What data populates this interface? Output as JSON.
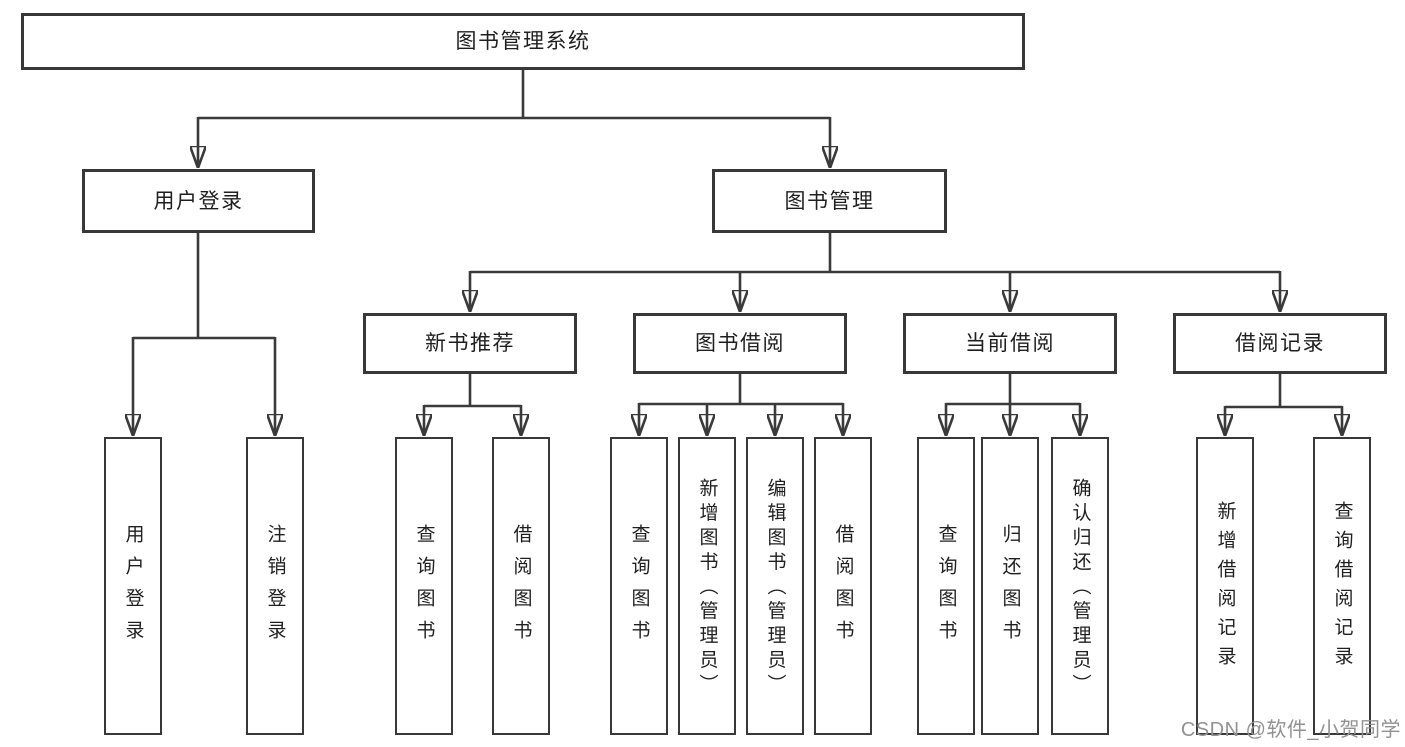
{
  "diagram": {
    "root": {
      "label": "图书管理系统"
    },
    "level2": [
      {
        "label": "用户登录"
      },
      {
        "label": "图书管理"
      }
    ],
    "level3": [
      {
        "label": "新书推荐"
      },
      {
        "label": "图书借阅"
      },
      {
        "label": "当前借阅"
      },
      {
        "label": "借阅记录"
      }
    ],
    "leaves": {
      "user_login": [
        {
          "label": "用户登录"
        },
        {
          "label": "注销登录"
        }
      ],
      "new_book": [
        {
          "label": "查询图书"
        },
        {
          "label": "借阅图书"
        }
      ],
      "book_borrow": [
        {
          "label": "查询图书"
        },
        {
          "label": "新增图书（管理员）"
        },
        {
          "label": "编辑图书（管理员）"
        },
        {
          "label": "借阅图书"
        }
      ],
      "current_borrow": [
        {
          "label": "查询图书"
        },
        {
          "label": "归还图书"
        },
        {
          "label": "确认归还（管理员）"
        }
      ],
      "borrow_record": [
        {
          "label": "新增借阅记录"
        },
        {
          "label": "查询借阅记录"
        }
      ]
    }
  },
  "watermark": {
    "text": "CSDN @软件_小贺同学"
  },
  "colors": {
    "line": "#3a3a3a",
    "border": "#383838",
    "text": "#1f1f1f",
    "watermark": "#929292",
    "background": "#ffffff"
  }
}
